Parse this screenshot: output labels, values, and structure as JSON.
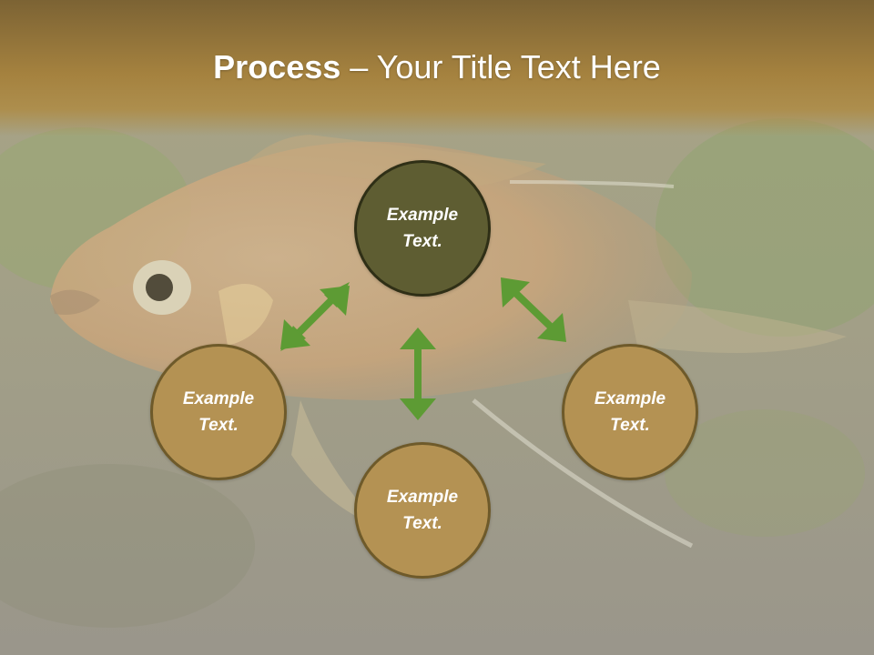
{
  "title": {
    "bold": "Process",
    "rest": " – Your Title Text Here"
  },
  "colors": {
    "header": "#a5823f",
    "node_primary": "#5e5d32",
    "node_secondary": "#b49253",
    "node_border": "#6e5a2a",
    "arrow": "#5d9b34"
  },
  "nodes": {
    "top": {
      "label": "Example Text."
    },
    "left": {
      "label": "Example Text."
    },
    "bottom": {
      "label": "Example Text."
    },
    "right": {
      "label": "Example Text."
    }
  },
  "arrows": [
    "double-headed-arrow",
    "double-headed-arrow",
    "double-headed-arrow"
  ]
}
